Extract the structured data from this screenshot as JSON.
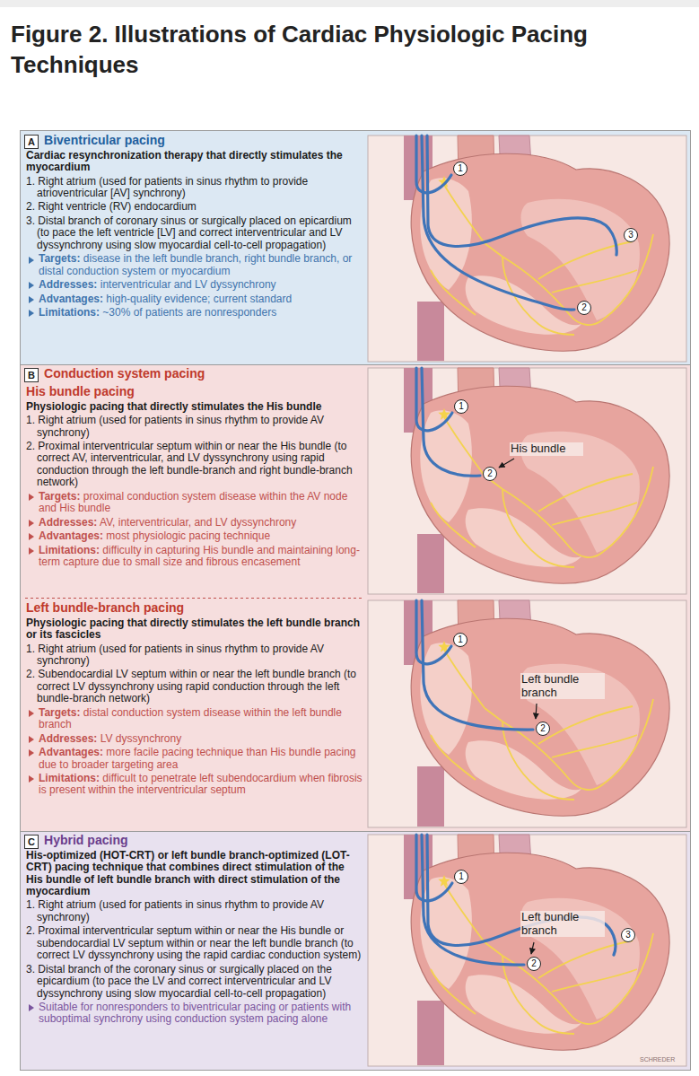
{
  "diagram": {
    "title": "Figure 2. Illustrations of Cardiac Physiologic Pacing Techniques",
    "nodes": [
      {
        "text": [
          "Biventricular pacing",
          "Cardiac resynchronization therapy that directly stimulates the myocardium",
          "1. Right atrium (used for patients in sinus rhythm to provide atrioventricular [AV] synchrony)",
          "2. Right ventricle (RV) endocardium",
          "3. Distal branch of coronary sinus or surgically placed on epicardium (to pace the left ventricle [LV] and correct interventricular and LV dyssynchrony using slow myocardial cell-to-cell propagation)",
          "Targets: disease in the left bundle branch, right bundle branch, or distal conduction system or myocardium",
          "Addresses: interventricular and LV dyssynchrony",
          "Advantages: high-quality evidence; current standard",
          "Limitations: ~30% of patients are nonresponders"
        ]
      },
      {
        "text": [
          "A"
        ],
        "in": 0
      },
      {
        "text": [
          "1"
        ],
        "in": 0
      },
      {
        "text": [
          "2"
        ],
        "in": 0
      },
      {
        "text": [
          "3"
        ],
        "in": 0
      },
      {
        "text": [
          "Conduction system pacing"
        ]
      },
      {
        "text": [
          "B"
        ],
        "in": 5
      },
      {
        "text": [
          "His bundle pacing",
          "Physiologic pacing that directly stimulates the His bundle",
          "1. Right atrium (used for patients in sinus rhythm to provide AV synchrony)",
          "2. Proximal interventricular septum within or near the His bundle (to correct AV, interventricular, and LV dyssynchrony using rapid conduction through the left bundle-branch and right bundle-branch network)",
          "Targets: proximal conduction system disease within the AV node and His bundle",
          "Addresses: AV, interventricular, and LV dyssynchrony",
          "Advantages: most physiologic pacing technique",
          "Limitations: difficulty in capturing His bundle and maintaining long-term capture due to small size and fibrous encasement"
        ],
        "in": 5
      },
      {
        "text": [
          "1"
        ],
        "in": 7
      },
      {
        "text": [
          "2"
        ],
        "in": 7
      },
      {
        "text": [
          "Left bundle-branch pacing",
          "Physiologic pacing that directly stimulates the left bundle branch or its fascicles",
          "1. Right atrium (used for patients in sinus rhythm to provide AV synchrony)",
          "2. Subendocardial LV septum within or near the left bundle branch (to correct LV dyssynchrony using rapid conduction through the left bundle-branch network)",
          "Targets: distal conduction system disease within the left bundle branch",
          "Addresses: LV dyssynchrony",
          "Advantages: more facile pacing technique than His bundle pacing due to broader targeting area",
          "Limitations: difficult to penetrate left subendocardium when fibrosis is present within the interventricular septum"
        ],
        "in": 5
      },
      {
        "text": [
          "1"
        ],
        "in": 10
      },
      {
        "text": [
          "2"
        ],
        "in": 10
      },
      {
        "text": [
          "Hybrid pacing",
          "His-optimized (HOT-CRT) or left bundle branch-optimized (LOT-CRT) pacing technique that combines direct stimulation of the His bundle of left bundle branch with direct stimulation of the myocardium",
          "1. Right atrium (used for patients in sinus rhythm to provide AV synchrony)",
          "2. Proximal interventricular septum within or near the His bundle or subendocardial LV septum within or near the left bundle branch (to correct LV dyssynchrony using the rapid cardiac conduction system)",
          "3. Distal branch of the coronary sinus or surgically placed on the epicardium (to pace the LV and correct interventricular and LV dyssynchrony using slow myocardial cell-to-cell propagation)",
          "Suitable for nonresponders to biventricular pacing or patients with suboptimal synchrony using conduction system pacing alone"
        ]
      },
      {
        "text": [
          "C"
        ],
        "in": 13
      },
      {
        "text": [
          "1"
        ],
        "in": 13
      },
      {
        "text": [
          "2"
        ],
        "in": 13
      },
      {
        "text": [
          "3"
        ],
        "in": 13
      }
    ],
    "labels": [
      "His bundle",
      "Left bundle branch",
      "Left bundle branch",
      "SCHREDER"
    ]
  }
}
